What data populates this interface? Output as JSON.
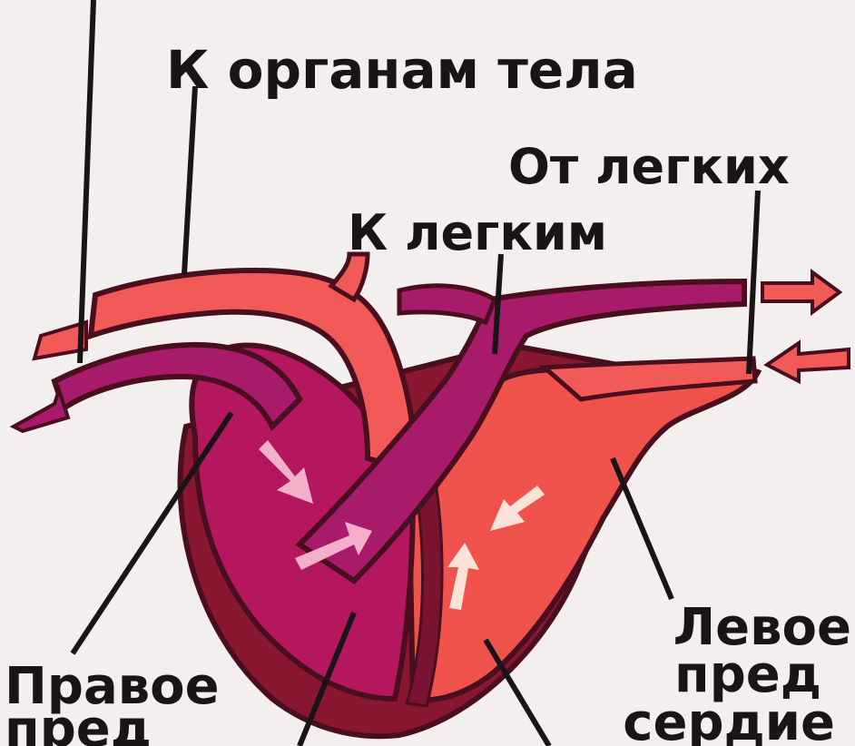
{
  "labels": {
    "to_body": "К органам тела",
    "from_lungs": "От легких",
    "to_lungs": "К легким",
    "right_atrium_1": "Правое",
    "right_atrium_2": "пред",
    "left_atrium_1": "Левое",
    "left_atrium_2": "пред",
    "left_atrium_3": "сердие"
  },
  "colors": {
    "arterial": "#f25a57",
    "venous": "#a81a6a",
    "right_heart": "#b5175e",
    "left_heart": "#f0524c",
    "outline": "#4a0f1e",
    "wall": "#8a1730",
    "background": "#f3efef"
  }
}
